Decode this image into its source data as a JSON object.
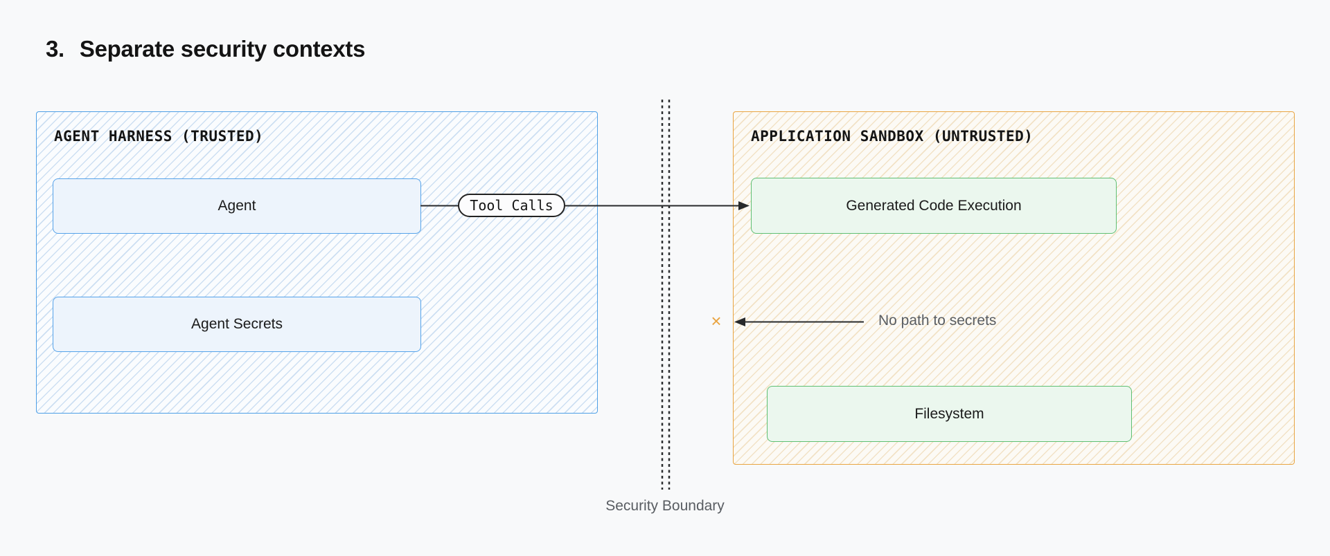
{
  "title": {
    "number": "3.",
    "text": "Separate security contexts"
  },
  "zones": {
    "harness": {
      "title": "AGENT HARNESS (TRUSTED)",
      "border_color": "#4d9fe6",
      "hatch_color": "#cddff2",
      "node_fill": "#edf4fc",
      "node_border": "#54a2ea",
      "nodes": [
        {
          "label": "Agent"
        },
        {
          "label": "Agent Secrets"
        }
      ]
    },
    "sandbox": {
      "title": "APPLICATION SANDBOX (UNTRUSTED)",
      "border_color": "#e9a440",
      "hatch_color": "#f2e2c6",
      "node_fill": "#ebf7ee",
      "node_border": "#5ebf72",
      "nodes": [
        {
          "label": "Generated Code Execution"
        },
        {
          "label": "Filesystem"
        }
      ]
    }
  },
  "labels": {
    "tool_calls": "Tool Calls",
    "no_path": "No path to secrets",
    "security_boundary": "Security Boundary",
    "blocked_icon": "×"
  },
  "colors": {
    "background": "#f8f9fa",
    "arrow": "#27292b",
    "muted_text": "#595d62",
    "blocked_x": "#e9a440"
  }
}
